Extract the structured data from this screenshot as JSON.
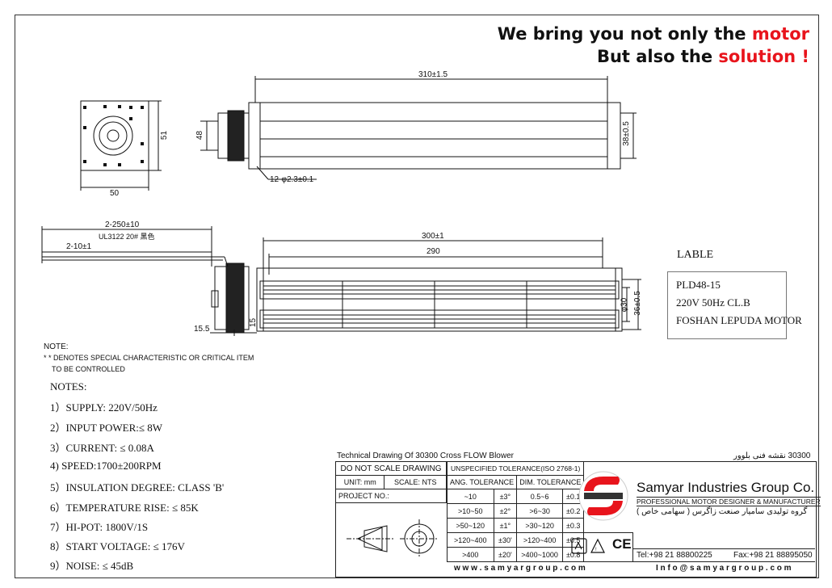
{
  "header": {
    "line1_pre": "We bring you not only the ",
    "line1_red": "motor",
    "line2_pre": "But also the ",
    "line2_red": "solution !"
  },
  "dims": {
    "d_310": "310±1.5",
    "d_51": "51",
    "d_48": "48",
    "d_50": "50",
    "d_38": "38±0.5",
    "d_holes": "12-φ2.3±0.1",
    "d_2250": "2-250±10",
    "d_ul": "UL3122 20# 黑色",
    "d_210": "2-10±1",
    "d_300": "300±1",
    "d_290": "290",
    "d_phi30": "φ30",
    "d_36": "36±0.5",
    "d_155": "15.5",
    "d_15": "15"
  },
  "lable": {
    "title": "LABLE",
    "line1": "PLD48-15",
    "line2": "220V 50Hz CL.B",
    "line3": "FOSHAN LEPUDA MOTOR"
  },
  "note": {
    "title": "NOTE:",
    "line1": "* * DENOTES  SPECIAL CHARACTERISTIC OR CRITICAL ITEM",
    "line2": "TO BE CONTROLLED"
  },
  "notes": {
    "title": "NOTES:",
    "items": [
      "1）SUPPLY: 220V/50Hz",
      "2）INPUT POWER:≤ 8W",
      "3）CURRENT: ≤ 0.08A",
      "4) SPEED:1700±200RPM",
      "5）INSULATION DEGREE: CLASS 'B'",
      "6）TEMPERATURE RISE: ≤ 85K",
      "7）HI-POT: 1800V/1S",
      "8）START VOLTAGE: ≤ 176V",
      "9）NOISE: ≤ 45dB"
    ]
  },
  "titleblock": {
    "title_en": "Technical Drawing Of 30300 Cross FLOW Blower",
    "title_fa": "30300 نقشه فنی بلوور",
    "do_not_scale": "DO NOT SCALE DRAWING",
    "unit": "UNIT: mm",
    "scale": "SCALE: NTS",
    "project_no": "PROJECT NO.:",
    "unspecified": "UNSPECIFIED TOLERANCE(ISO 2768-1)",
    "ang_tol": "ANG. TOLERANCE",
    "dim_tol": "DIM. TOLERANCE",
    "rows": [
      [
        "~10",
        "±3°",
        "0.5~6",
        "±0.1"
      ],
      [
        ">10~50",
        "±2°",
        ">6~30",
        "±0.2"
      ],
      [
        ">50~120",
        "±1°",
        ">30~120",
        "±0.3"
      ],
      [
        ">120~400",
        "±30'",
        ">120~400",
        "±0.5"
      ],
      [
        ">400",
        "±20'",
        ">400~1000",
        "±0.8"
      ]
    ],
    "company_en": "Samyar Industries Group Co.",
    "company_sub": "PROFESSIONAL MOTOR DESIGNER & MANUFACTURER",
    "company_fa": "گروه تولیدی سامیار صنعت زاگرس ( سهامی خاص )",
    "tel": "Tel:+98 21 88800225",
    "fax": "Fax:+98 21 88895050",
    "web": "w w w . s a m y a r g r o u p . c o m",
    "email": "I n f o @ s a m y a r g r o u p . c o m",
    "ce": "CE"
  },
  "colors": {
    "brand_red": "#e8141c",
    "line": "#111111"
  }
}
